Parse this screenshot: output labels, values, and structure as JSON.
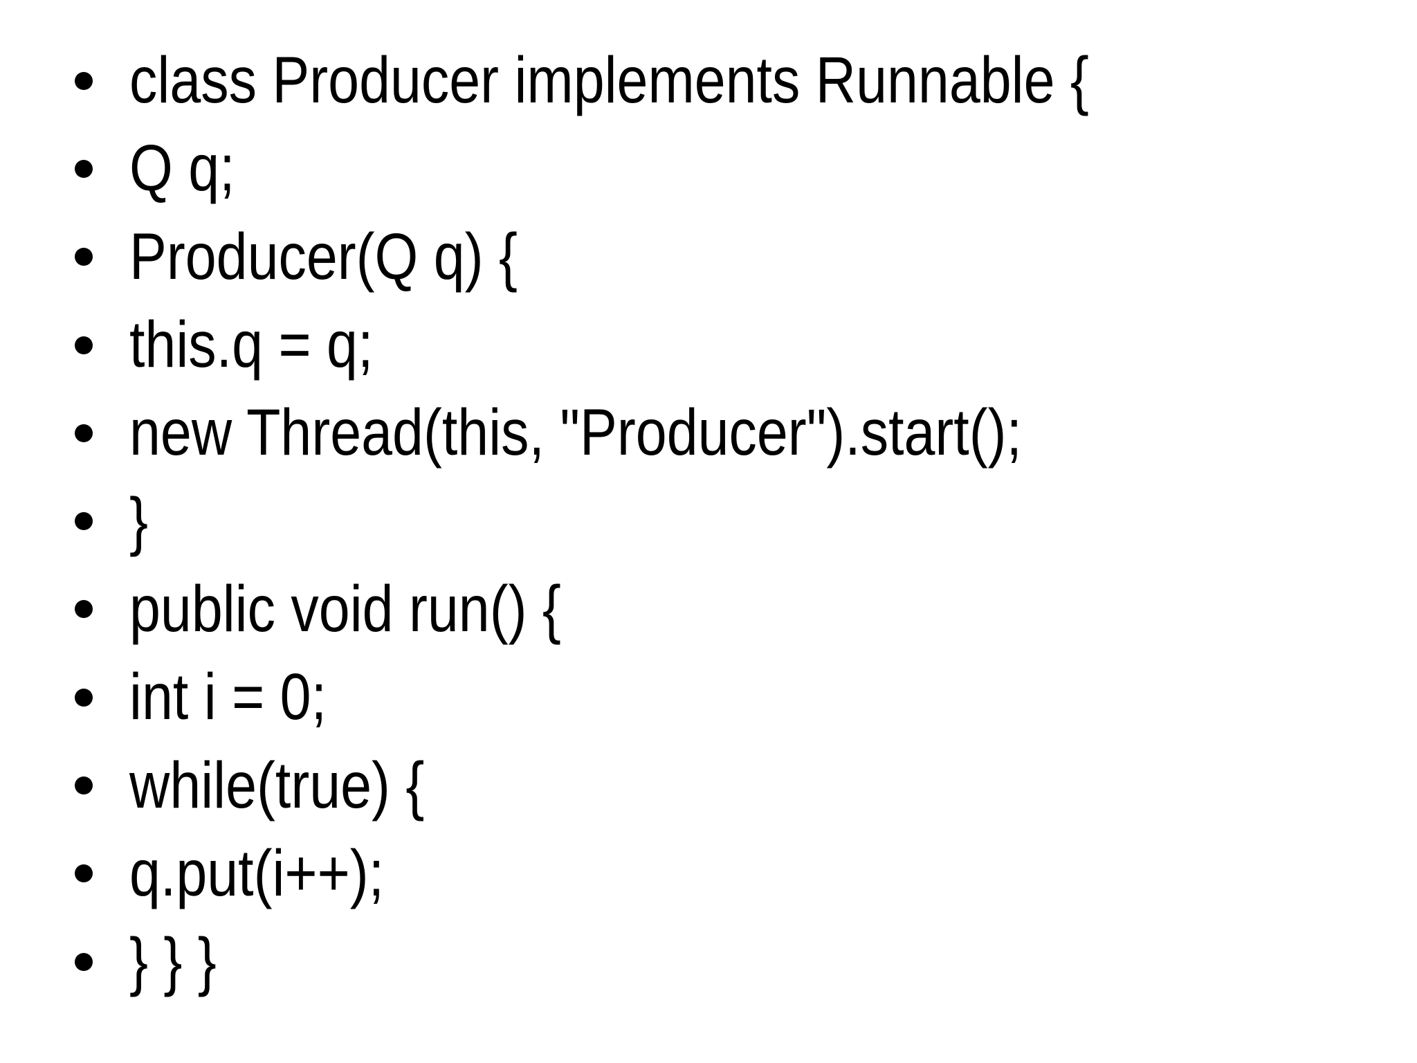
{
  "slide": {
    "background_color": "#ffffff",
    "text_color": "#000000",
    "bullet_glyph": "•",
    "lines": [
      "class Producer implements Runnable {",
      "Q q;",
      "Producer(Q q) {",
      "this.q = q;",
      "new Thread(this, \"Producer\").start();",
      "}",
      "public void run() {",
      "int i = 0;",
      "while(true) {",
      "q.put(i++);",
      "} } }"
    ]
  }
}
